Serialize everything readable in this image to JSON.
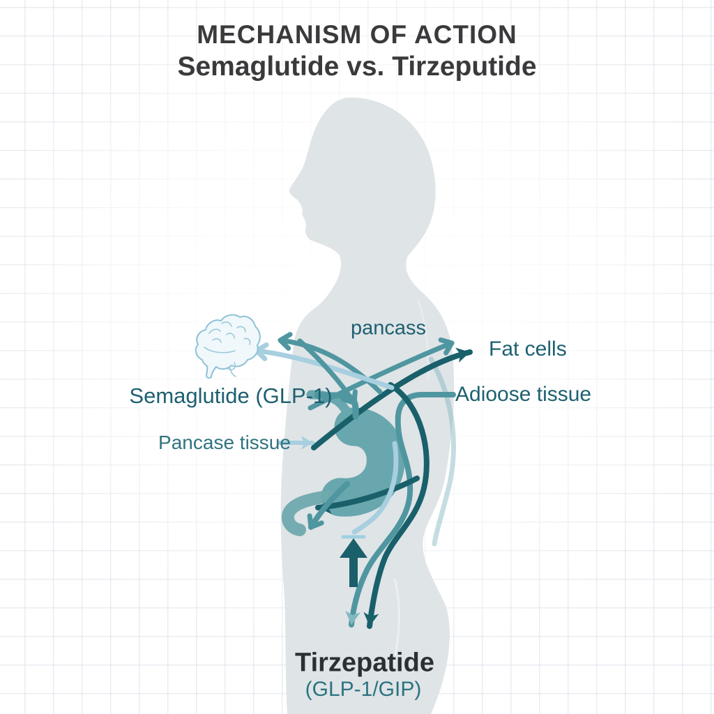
{
  "title": {
    "line1": "MECHANISM OF ACTION",
    "line2": "Semaglutide vs. Tirzeputide"
  },
  "labels": {
    "pancreas": "pancass",
    "fat_cells": "Fat cells",
    "semaglutide": "Semaglutide (GLP-1)",
    "adipose_tissue": "Adioose tissue",
    "pancreas_tissue": "Pancase tissue",
    "tirzepatide": "Tirzepatide",
    "tirzepatide_receptors": "(GLP-1/GIP)"
  },
  "icons": {
    "brain": "brain-icon",
    "stomach": "stomach-icon",
    "up_arrow": "up-arrow-icon",
    "inhibition_bar": "inhibition-bar-icon",
    "body_silhouette": "human-profile-silhouette"
  },
  "colors": {
    "background": "#ffffff",
    "grid_line": "#e4e7ec",
    "silhouette": "#dfe4e7",
    "stomach": "#68a7ad",
    "duodenum": "#6fa9ae",
    "dark_teal": "#19606b",
    "medium_teal": "#4f96a0",
    "light_teal": "#7fb3bd",
    "light_blue": "#a7cfdf",
    "label_teal": "#1d6070",
    "title_text": "#3a3a3c",
    "tirzepatide_text": "#2b3034"
  }
}
